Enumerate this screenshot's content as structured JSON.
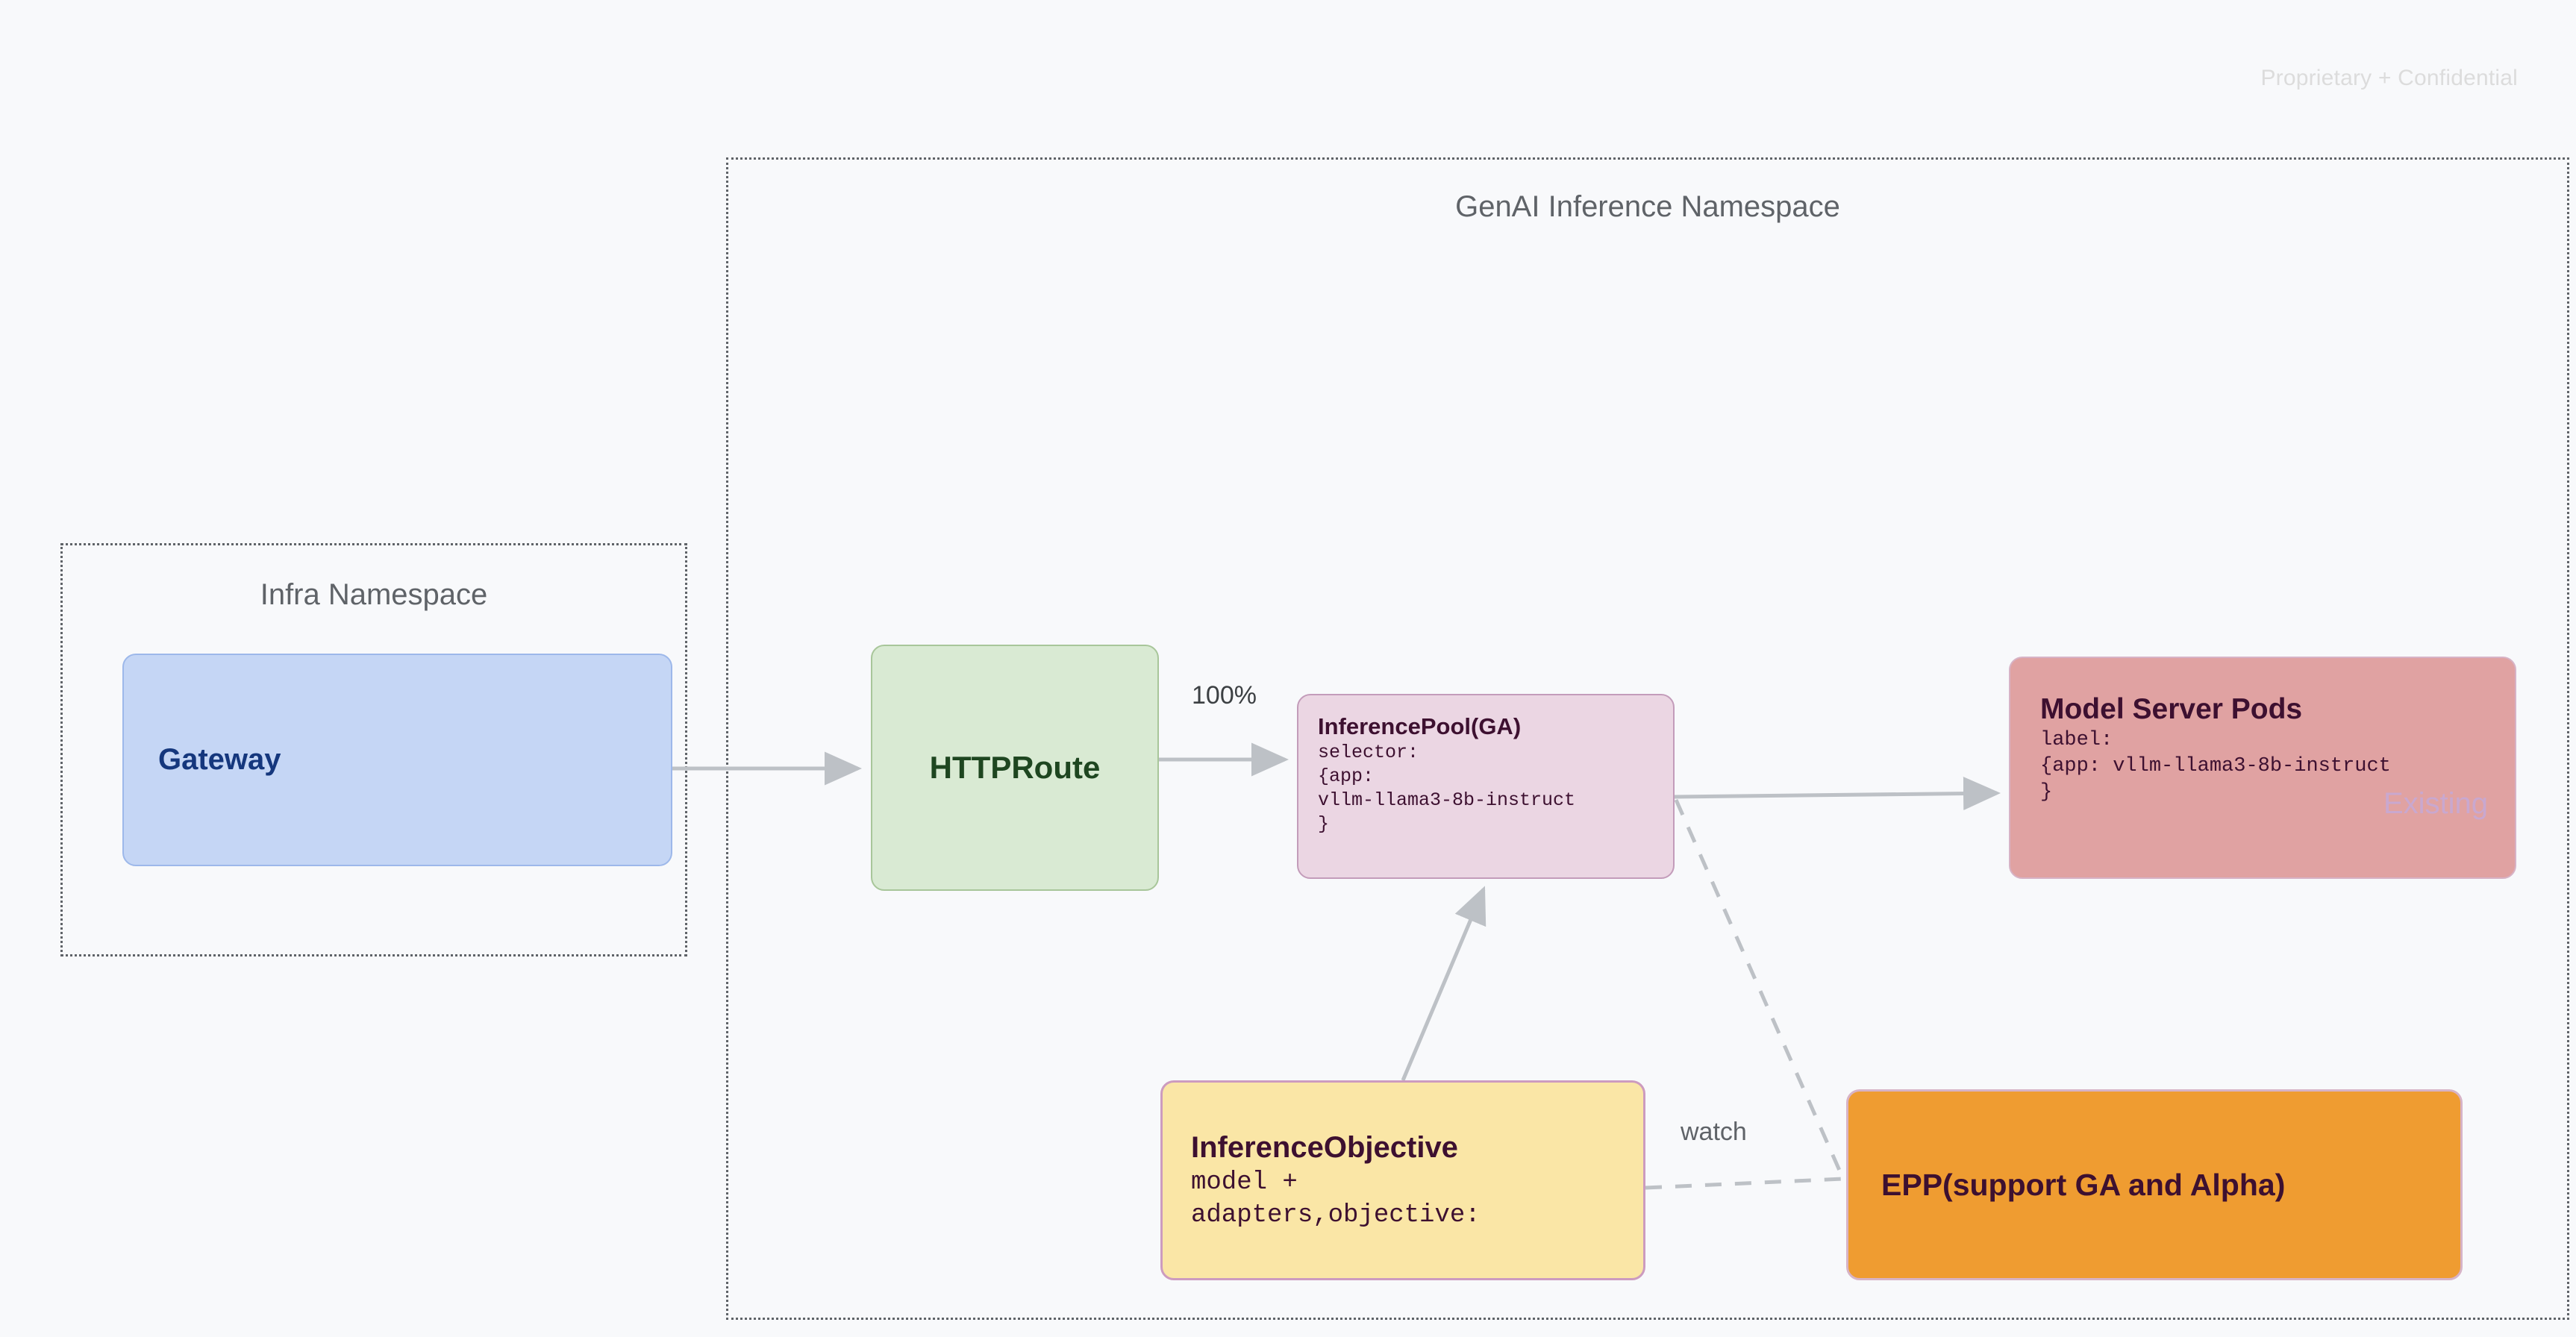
{
  "page": {
    "watermark": "Proprietary + Confidential",
    "background_color": "#f8f9fb"
  },
  "namespaces": [
    {
      "id": "infra",
      "label": "Infra Namespace",
      "border_style": "dotted",
      "border_color": "#5f6368"
    },
    {
      "id": "genai",
      "label": "GenAI Inference Namespace",
      "border_style": "dotted",
      "border_color": "#5f6368"
    }
  ],
  "nodes": {
    "gateway": {
      "title": "Gateway",
      "fill": "#c5d6f5",
      "text_color": "#15377d"
    },
    "httproute": {
      "title": "HTTPRoute",
      "fill": "#d9ead3",
      "text_color": "#1e4620"
    },
    "inference_pool": {
      "title": "InferencePool(GA)",
      "body_line1": "selector:",
      "body_line2": "{app:",
      "body_line3": "vllm-llama3-8b-instruct",
      "body_line4": "}",
      "fill": "#ebd6e3",
      "text_color": "#3d1030"
    },
    "model_server_pods": {
      "title": "Model Server Pods",
      "body_line1": "label:",
      "body_line2": "{app: vllm-llama3-8b-instruct",
      "body_line3": "}",
      "badge": "Existing",
      "fill": "#e0a2a2",
      "text_color": "#3d1030",
      "badge_color": "#c9a8cf"
    },
    "inference_objective": {
      "title": "InferenceObjective",
      "body_line1": "model +",
      "body_line2": "adapters,objective:",
      "fill": "#fae6a6",
      "text_color": "#3d1030"
    },
    "epp": {
      "title": "EPP(support GA and Alpha)",
      "fill": "#ef9c31",
      "text_color": "#3d1030"
    }
  },
  "edges": [
    {
      "id": "gateway-to-httproute",
      "from": "gateway",
      "to": "httproute",
      "style": "solid",
      "label": ""
    },
    {
      "id": "httproute-to-pool",
      "from": "httproute",
      "to": "inference_pool",
      "style": "solid",
      "label": "100%"
    },
    {
      "id": "pool-to-pods",
      "from": "inference_pool",
      "to": "model_server_pods",
      "style": "solid",
      "label": ""
    },
    {
      "id": "objective-to-pool",
      "from": "inference_objective",
      "to": "inference_pool",
      "style": "solid",
      "label": ""
    },
    {
      "id": "pool-to-epp",
      "from": "inference_pool",
      "to": "epp",
      "style": "dashed",
      "label": ""
    },
    {
      "id": "objective-to-epp",
      "from": "inference_objective",
      "to": "epp",
      "style": "dashed",
      "label": "watch"
    }
  ],
  "edge_labels": {
    "traffic_split": "100%",
    "watch": "watch"
  }
}
